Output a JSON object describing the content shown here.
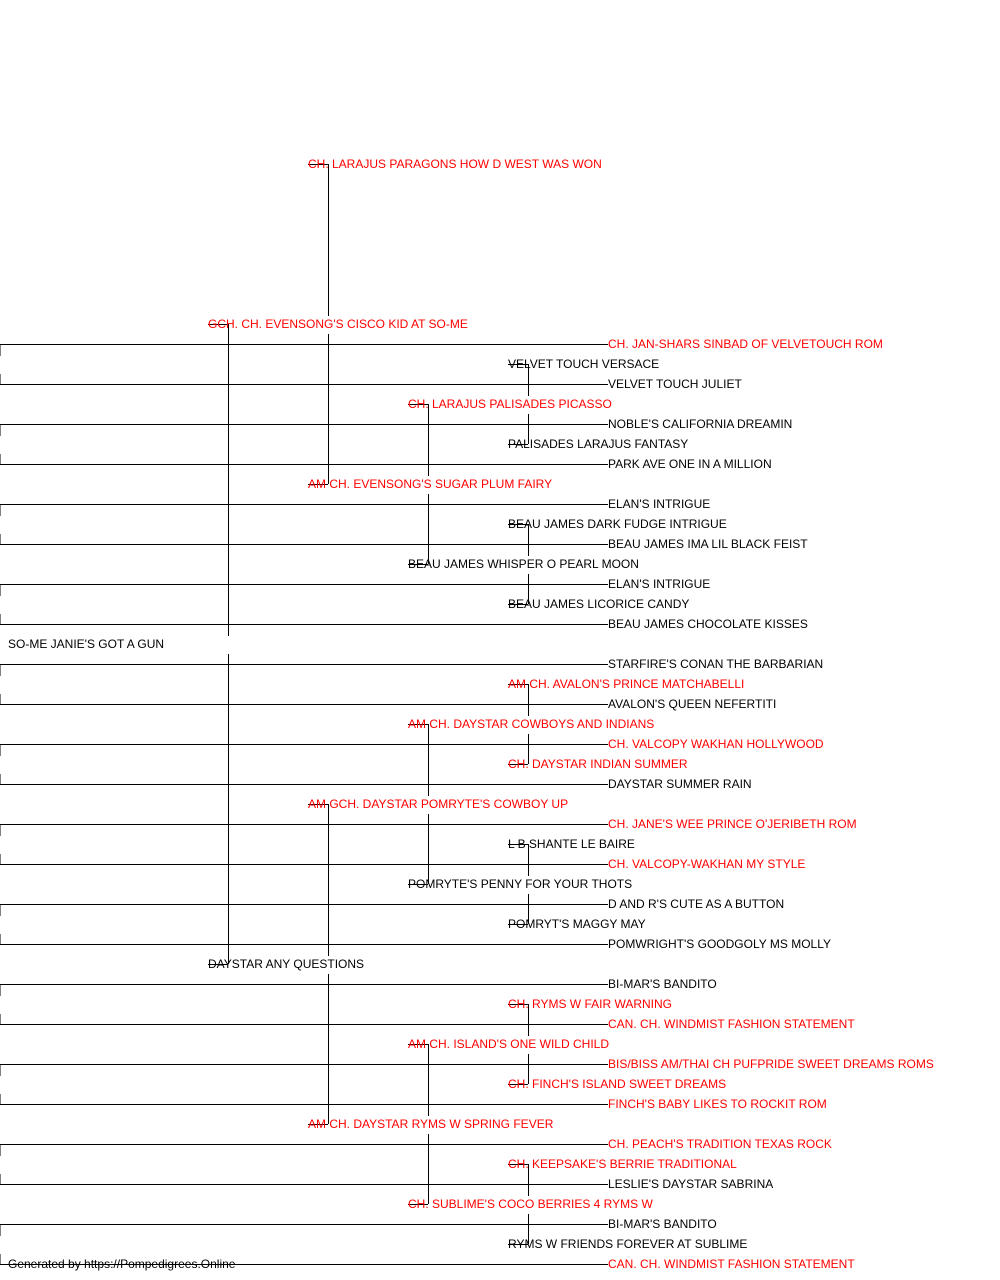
{
  "footer_text": "Generated by https://Pompedigrees.Online",
  "colors": {
    "champion": "#ff0000",
    "normal": "#000000",
    "line": "#000000"
  },
  "pedigree": {
    "name": "SO-ME JANIE'S GOT A GUN",
    "red": false,
    "sire": {
      "name": "GCH. CH. EVENSONG'S CISCO KID AT SO-ME",
      "red": true,
      "sire": {
        "name": "CH. LARAJUS PARAGONS HOW D WEST WAS WON",
        "red": true
      },
      "dam": {
        "name": "AM CH. EVENSONG'S SUGAR PLUM FAIRY",
        "red": true,
        "sire": {
          "name": "CH. LARAJUS PALISADES PICASSO",
          "red": true,
          "sire": {
            "name": "VELVET TOUCH VERSACE",
            "red": false,
            "sire": {
              "name": "CH. JAN-SHARS SINBAD OF VELVETOUCH ROM",
              "red": true
            },
            "dam": {
              "name": "VELVET TOUCH JULIET",
              "red": false
            }
          },
          "dam": {
            "name": "PALISADES LARAJUS FANTASY",
            "red": false,
            "sire": {
              "name": "NOBLE'S CALIFORNIA DREAMIN",
              "red": false
            },
            "dam": {
              "name": "PARK AVE ONE IN A MILLION",
              "red": false
            }
          }
        },
        "dam": {
          "name": "BEAU JAMES WHISPER O PEARL MOON",
          "red": false,
          "sire": {
            "name": "BEAU JAMES DARK FUDGE INTRIGUE",
            "red": false,
            "sire": {
              "name": "ELAN'S INTRIGUE",
              "red": false
            },
            "dam": {
              "name": "BEAU JAMES IMA LIL BLACK FEIST",
              "red": false
            }
          },
          "dam": {
            "name": "BEAU JAMES LICORICE CANDY",
            "red": false,
            "sire": {
              "name": "ELAN'S INTRIGUE",
              "red": false
            },
            "dam": {
              "name": "BEAU JAMES CHOCOLATE KISSES",
              "red": false
            }
          }
        }
      }
    },
    "dam": {
      "name": "DAYSTAR ANY QUESTIONS",
      "red": false,
      "sire": {
        "name": "AM GCH. DAYSTAR POMRYTE'S COWBOY UP",
        "red": true,
        "sire": {
          "name": "AM CH. DAYSTAR COWBOYS AND INDIANS",
          "red": true,
          "sire": {
            "name": "AM CH. AVALON'S PRINCE MATCHABELLI",
            "red": true,
            "sire": {
              "name": "STARFIRE'S CONAN THE BARBARIAN",
              "red": false
            },
            "dam": {
              "name": "AVALON'S QUEEN NEFERTITI",
              "red": false
            }
          },
          "dam": {
            "name": "CH. DAYSTAR INDIAN SUMMER",
            "red": true,
            "sire": {
              "name": "CH. VALCOPY WAKHAN HOLLYWOOD",
              "red": true
            },
            "dam": {
              "name": "DAYSTAR SUMMER RAIN",
              "red": false
            }
          }
        },
        "dam": {
          "name": "POMRYTE'S PENNY FOR YOUR THOTS",
          "red": false,
          "sire": {
            "name": "L B SHANTE LE BAIRE",
            "red": false,
            "sire": {
              "name": "CH. JANE'S WEE PRINCE O'JERIBETH ROM",
              "red": true
            },
            "dam": {
              "name": "CH. VALCOPY-WAKHAN MY STYLE",
              "red": true
            }
          },
          "dam": {
            "name": "POMRYT'S MAGGY MAY",
            "red": false,
            "sire": {
              "name": "D AND R'S CUTE AS A BUTTON",
              "red": false
            },
            "dam": {
              "name": "POMWRIGHT'S GOODGOLY MS MOLLY",
              "red": false
            }
          }
        }
      },
      "dam": {
        "name": "AM CH. DAYSTAR RYMS W SPRING FEVER",
        "red": true,
        "sire": {
          "name": "AM CH. ISLAND'S ONE WILD CHILD",
          "red": true,
          "sire": {
            "name": "CH. RYMS W FAIR WARNING",
            "red": true,
            "sire": {
              "name": "BI-MAR'S BANDITO",
              "red": false
            },
            "dam": {
              "name": "CAN. CH. WINDMIST FASHION STATEMENT",
              "red": true
            }
          },
          "dam": {
            "name": "CH. FINCH'S ISLAND SWEET DREAMS",
            "red": true,
            "sire": {
              "name": "BIS/BISS AM/THAI CH PUFPRIDE SWEET DREAMS ROMS",
              "red": true
            },
            "dam": {
              "name": "FINCH'S BABY LIKES TO ROCKIT ROM",
              "red": true
            }
          }
        },
        "dam": {
          "name": "CH. SUBLIME'S COCO BERRIES 4 RYMS W",
          "red": true,
          "sire": {
            "name": "CH. KEEPSAKE'S BERRIE TRADITIONAL",
            "red": true,
            "sire": {
              "name": "CH. PEACH'S TRADITION TEXAS ROCK",
              "red": true
            },
            "dam": {
              "name": "LESLIE'S DAYSTAR SABRINA",
              "red": false
            }
          },
          "dam": {
            "name": "RYMS W FRIENDS FOREVER AT SUBLIME",
            "red": false,
            "sire": {
              "name": "BI-MAR'S BANDITO",
              "red": false
            },
            "dam": {
              "name": "CAN. CH. WINDMIST FASHION STATEMENT",
              "red": true
            }
          }
        }
      }
    }
  }
}
